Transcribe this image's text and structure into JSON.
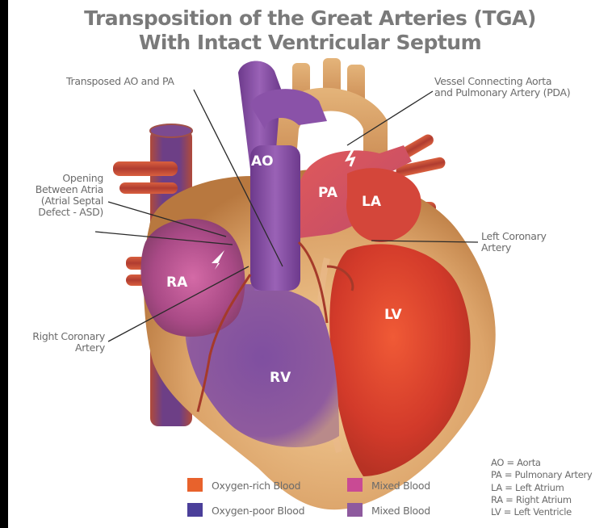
{
  "title": {
    "line1": "Transposition of the Great Arteries (TGA)",
    "line2": "With Intact Ventricular Septum"
  },
  "labels": {
    "transposed": "Transposed AO and PA",
    "pda_line1": "Vessel Connecting Aorta",
    "pda_line2": "and Pulmonary Artery (PDA)",
    "asd_line1": "Opening",
    "asd_line2": "Between Atria",
    "asd_line3": "(Atrial Septal",
    "asd_line4": "Defect - ASD)",
    "lca_line1": "Left Coronary",
    "lca_line2": "Artery",
    "rca_line1": "Right Coronary",
    "rca_line2": "Artery"
  },
  "chambers": {
    "ao": "AO",
    "pa": "PA",
    "la": "LA",
    "ra": "RA",
    "lv": "LV",
    "rv": "RV"
  },
  "legend": [
    {
      "label": "Oxygen-rich Blood",
      "color": "#e8622c"
    },
    {
      "label": "Oxygen-poor Blood",
      "color": "#4b3f9a"
    },
    {
      "label": "Mixed Blood",
      "color": "#c94a94"
    },
    {
      "label": "Mixed Blood",
      "color": "#8e5a9e"
    }
  ],
  "abbreviations": [
    "AO = Aorta",
    "PA = Pulmonary Artery",
    "LA = Left Atrium",
    "RA = Right Atrium",
    "LV = Left Ventricle"
  ],
  "colors": {
    "oxygen_rich": "#e8622c",
    "oxygen_poor": "#4b3f9a",
    "mixed_pink": "#c94a94",
    "mixed_purple": "#8e5a9e",
    "heart_wall": "#d9a36a",
    "background": "#ffffff"
  }
}
